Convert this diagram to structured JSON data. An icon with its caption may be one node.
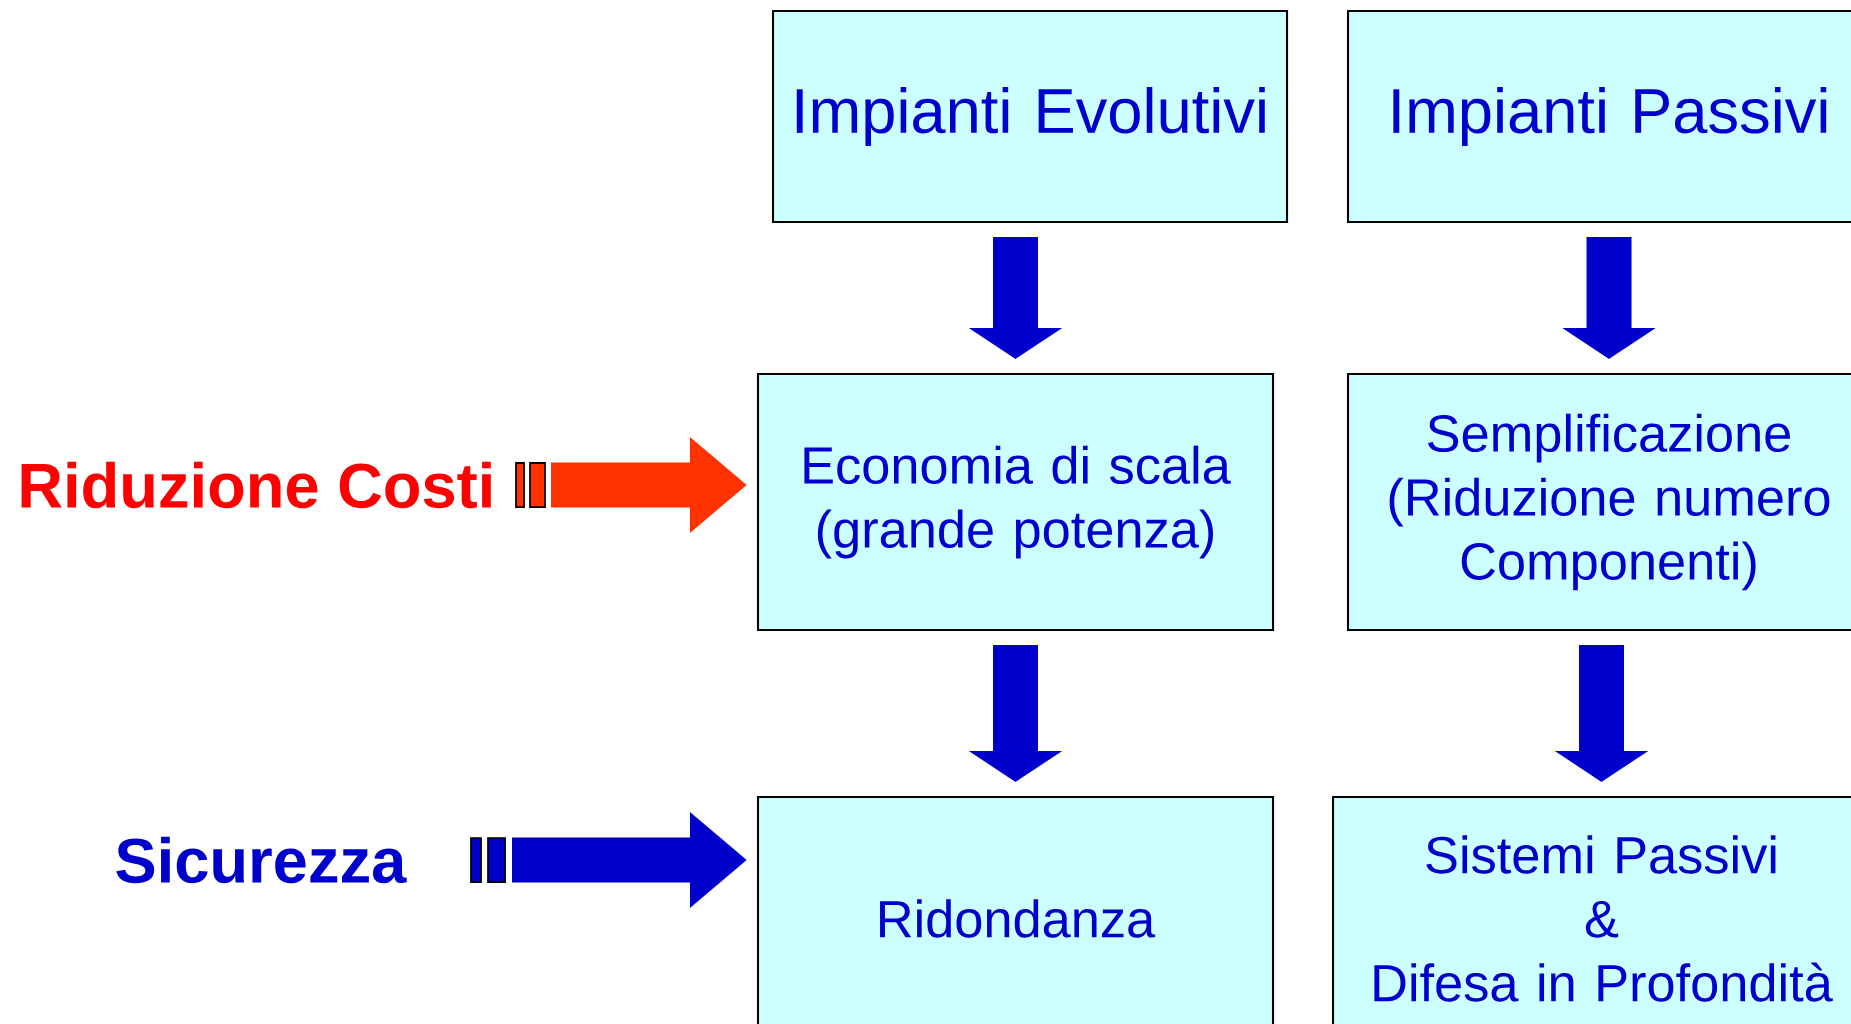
{
  "diagram": {
    "nodes": [
      {
        "text": [
          "Impianti Evolutivi"
        ]
      },
      {
        "text": [
          "Impianti Passivi"
        ]
      },
      {
        "text": [
          "Economia di scala (grande potenza)"
        ]
      },
      {
        "text": [
          "Semplificazione (Riduzione numero Componenti)"
        ]
      },
      {
        "text": [
          "Ridondanza"
        ]
      },
      {
        "text": [
          "Sistemi Passivi",
          "&",
          "Difesa in Profondità"
        ]
      },
      {
        "text": [
          "Riduzione Costi"
        ]
      },
      {
        "text": [
          "Sicurezza"
        ]
      }
    ],
    "edges": [
      {
        "from": 0,
        "to": 2,
        "arrow": "to"
      },
      {
        "from": 1,
        "to": 3,
        "arrow": "to"
      },
      {
        "from": 2,
        "to": 4,
        "arrow": "to"
      },
      {
        "from": 3,
        "to": 5,
        "arrow": "to"
      },
      {
        "from": 6,
        "to": 2,
        "arrow": "to",
        "color": "#ff3300"
      },
      {
        "from": 7,
        "to": 4,
        "arrow": "to"
      }
    ]
  }
}
